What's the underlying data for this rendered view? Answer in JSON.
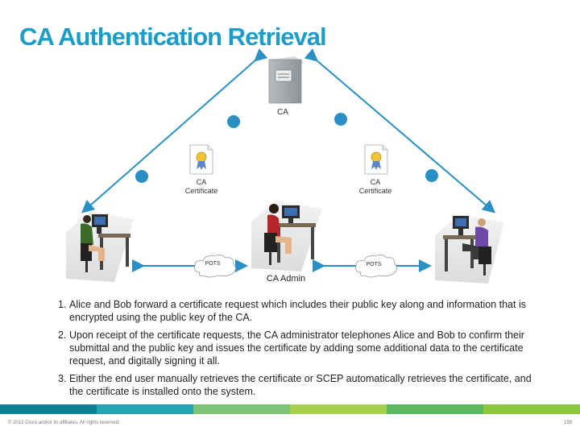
{
  "title": "CA Authentication Retrieval",
  "colors": {
    "title": "#1b9dc9",
    "arrow": "#2a8fc4",
    "node": "#2a8fc4",
    "footer": [
      "#0c7f95",
      "#24a6b4",
      "#7cc576",
      "#a6cf4c",
      "#5cb85c",
      "#8cc63f"
    ]
  },
  "diagram": {
    "ca_label": "CA",
    "cert_left_label": "CA\nCertificate",
    "cert_right_label": "CA\nCertificate",
    "pots_left": "POTS",
    "pots_right": "POTS",
    "admin_label": "CA Admin",
    "icons": [
      "server-icon",
      "certificate-icon",
      "user-at-computer-icon",
      "cloud-icon"
    ]
  },
  "steps": [
    {
      "num": "1.",
      "text": "Alice and Bob forward a certificate request which includes their public key along and information that is encrypted using the public key of the CA."
    },
    {
      "num": "2.",
      "text": "Upon receipt of the certificate requests, the CA administrator telephones Alice and Bob to confirm their submittal and the public key and issues the certificate by adding some additional data to the certificate request, and digitally signing it all."
    },
    {
      "num": "3.",
      "text": "Either the end user manually retrieves the certificate or SCEP automatically retrieves the certificate, and the certificate is installed onto the system."
    }
  ],
  "footer": {
    "copyright": "© 2012 Cisco and/or its affiliates. All rights reserved.",
    "page": "159"
  }
}
